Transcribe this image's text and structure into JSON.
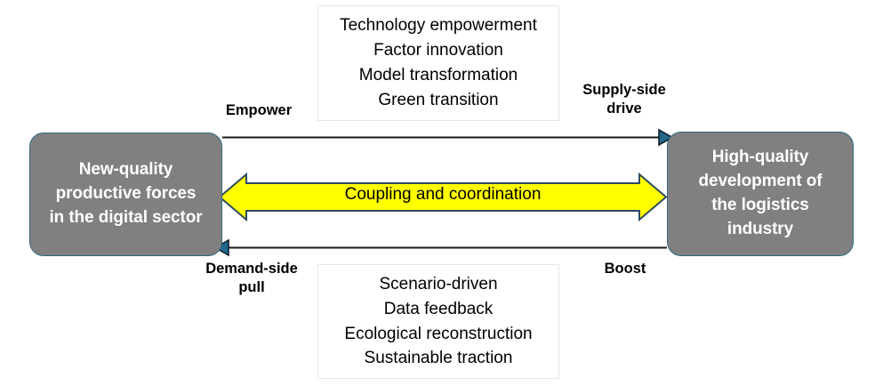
{
  "diagram": {
    "nodes": {
      "left": {
        "label": "New-quality\nproductive forces\nin the digital sector",
        "fill": "#808080",
        "text_color": "#ffffff"
      },
      "right": {
        "label": "High-quality\ndevelopment of\nthe logistics\nindustry",
        "fill": "#808080",
        "text_color": "#ffffff"
      }
    },
    "lists": {
      "top": {
        "items": [
          "Technology empowerment",
          "Factor innovation",
          "Model transformation",
          "Green transition"
        ],
        "text": "Technology empowerment\nFactor innovation\nModel transformation\nGreen transition",
        "border_color": "#e2e8ea"
      },
      "bottom": {
        "items": [
          "Scenario-driven",
          "Data feedback",
          "Ecological reconstruction",
          "Sustainable traction"
        ],
        "text": "Scenario-driven\nData feedback\nEcological reconstruction\nSustainable traction",
        "border_color": "#e2e8ea"
      }
    },
    "edges": {
      "top_arrow": {
        "source_label": "Empower",
        "target_label": "Supply-side\ndrive",
        "direction": "left-to-right",
        "color": "#1b1b1b",
        "head_color": "#21688a"
      },
      "bottom_arrow": {
        "source_label": "Boost",
        "target_label": "Demand-side\npull",
        "direction": "right-to-left",
        "color": "#1b1b1b",
        "head_color": "#21688a"
      },
      "center_arrow": {
        "label": "Coupling and coordination",
        "direction": "bidirectional",
        "fill": "#ffff00",
        "stroke": "#2e4a5e"
      }
    }
  }
}
